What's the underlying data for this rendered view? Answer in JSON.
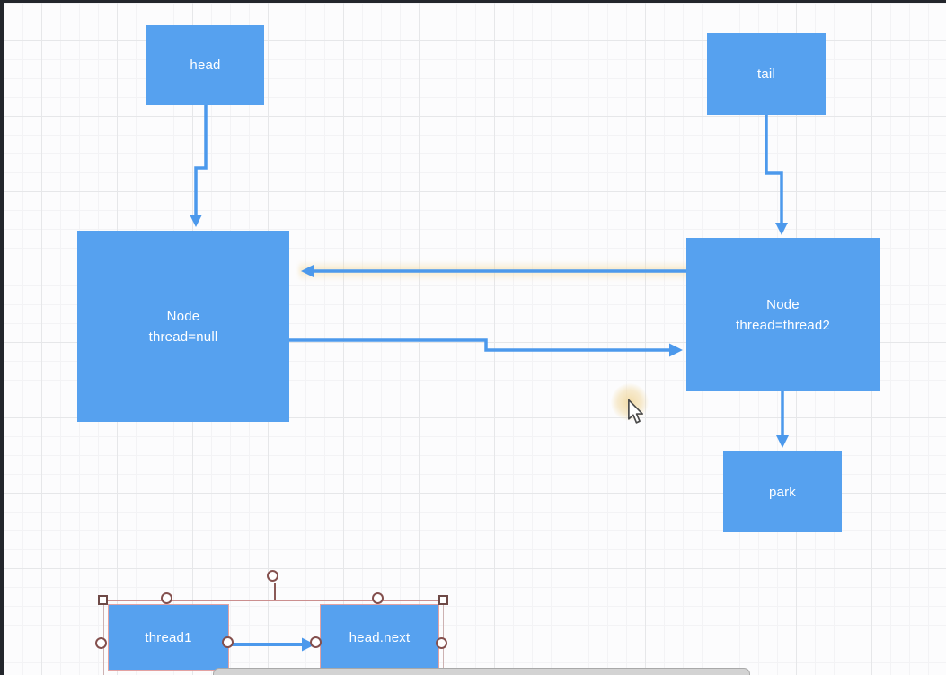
{
  "canvas": {
    "background": "#fcfcfd",
    "grid_minor_color": "#f3f3f5",
    "grid_major_color": "#e6e7e9",
    "frame_color": "#23262c",
    "shape_fill": "#56a1ef",
    "shape_text_color": "#ffffff",
    "connector_color": "#4c99ec",
    "selection_outline_color": "#cb8f8f",
    "handle_border_color": "#84504e",
    "click_highlight_color": "#f0d494",
    "bottom_bar_color": "#d3d3d3"
  },
  "diagram": {
    "nodes": [
      {
        "id": "head",
        "label": "head"
      },
      {
        "id": "tail",
        "label": "tail"
      },
      {
        "id": "node-null",
        "line1": "Node",
        "line2": "thread=null"
      },
      {
        "id": "node-thread2",
        "line1": "Node",
        "line2": "thread=thread2"
      },
      {
        "id": "park",
        "label": "park"
      },
      {
        "id": "thread1",
        "label": "thread1"
      },
      {
        "id": "head-next",
        "label": "head.next"
      }
    ],
    "edges": [
      {
        "from": "head",
        "to": "node-null"
      },
      {
        "from": "tail",
        "to": "node-thread2"
      },
      {
        "from": "node-thread2",
        "to": "node-null"
      },
      {
        "from": "node-null",
        "to": "node-thread2"
      },
      {
        "from": "node-thread2",
        "to": "park"
      },
      {
        "from": "thread1",
        "to": "head-next"
      }
    ]
  }
}
